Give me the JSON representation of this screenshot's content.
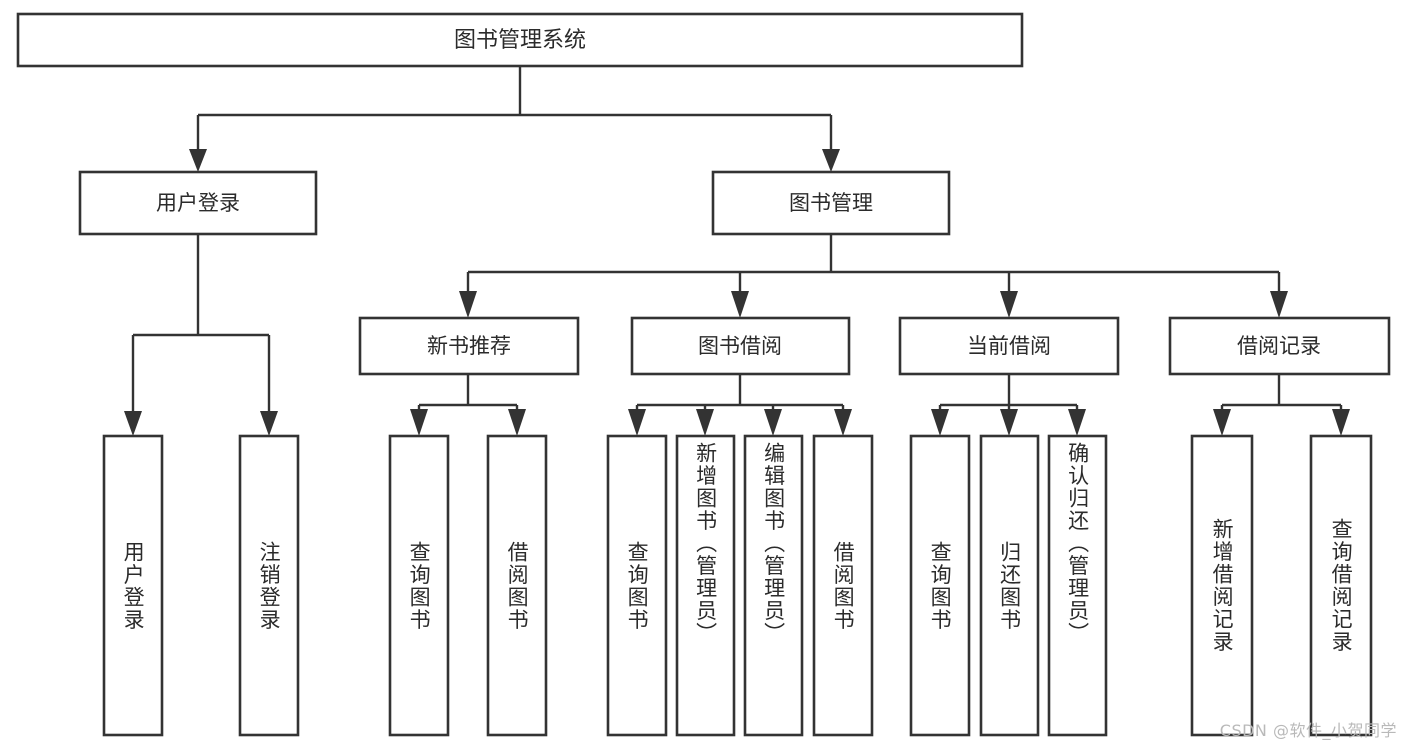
{
  "diagram": {
    "title": "图书管理系统",
    "type": "hierarchy-tree",
    "watermark": "CSDN @软件_小贺同学",
    "colors": {
      "background": "#ffffff",
      "box_stroke": "#333333",
      "box_fill": "#ffffff",
      "text": "#2b2b2b",
      "watermark": "#b9b9b9"
    },
    "levels": {
      "root": {
        "label": "图书管理系统"
      },
      "level2": [
        {
          "id": "user-login",
          "label": "用户登录"
        },
        {
          "id": "book-manage",
          "label": "图书管理"
        }
      ],
      "level3": [
        {
          "id": "new-book-rec",
          "label": "新书推荐",
          "parent": "book-manage"
        },
        {
          "id": "book-borrow",
          "label": "图书借阅",
          "parent": "book-manage"
        },
        {
          "id": "current-borrow",
          "label": "当前借阅",
          "parent": "book-manage"
        },
        {
          "id": "borrow-record",
          "label": "借阅记录",
          "parent": "book-manage"
        }
      ],
      "leaves": [
        {
          "id": "leaf-user-login",
          "label": "用户登录",
          "parent": "user-login"
        },
        {
          "id": "leaf-logout",
          "label": "注销登录",
          "parent": "user-login"
        },
        {
          "id": "leaf-query-book-1",
          "label": "查询图书",
          "parent": "new-book-rec"
        },
        {
          "id": "leaf-borrow-book-1",
          "label": "借阅图书",
          "parent": "new-book-rec"
        },
        {
          "id": "leaf-query-book-2",
          "label": "查询图书",
          "parent": "book-borrow"
        },
        {
          "id": "leaf-add-book",
          "label": "新增图书（管理员）",
          "parent": "book-borrow"
        },
        {
          "id": "leaf-edit-book",
          "label": "编辑图书（管理员）",
          "parent": "book-borrow"
        },
        {
          "id": "leaf-borrow-book-2",
          "label": "借阅图书",
          "parent": "book-borrow"
        },
        {
          "id": "leaf-query-book-3",
          "label": "查询图书",
          "parent": "current-borrow"
        },
        {
          "id": "leaf-return-book",
          "label": "归还图书",
          "parent": "current-borrow"
        },
        {
          "id": "leaf-confirm-return",
          "label": "确认归还（管理员）",
          "parent": "current-borrow"
        },
        {
          "id": "leaf-add-record",
          "label": "新增借阅记录",
          "parent": "borrow-record"
        },
        {
          "id": "leaf-query-record",
          "label": "查询借阅记录",
          "parent": "borrow-record"
        }
      ]
    }
  }
}
